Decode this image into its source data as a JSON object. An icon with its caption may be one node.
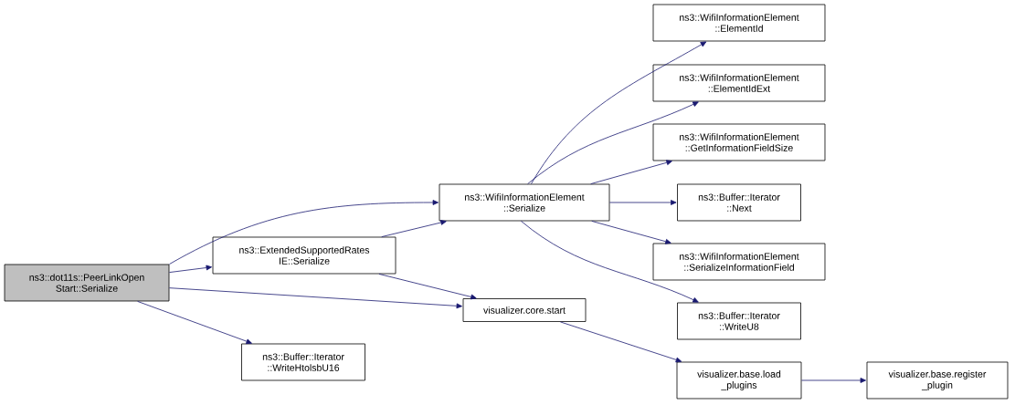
{
  "diagram": {
    "nodes": [
      {
        "text": [
          "ns3::dot11s::PeerLinkOpen Start::Serialize"
        ]
      },
      {
        "text": [
          "ns3::ExtendedSupportedRates IE::Serialize"
        ]
      },
      {
        "text": [
          "ns3::WifiInformationElement ::Serialize"
        ]
      },
      {
        "text": [
          "visualizer.core.start"
        ]
      },
      {
        "text": [
          "ns3::Buffer::Iterator ::WriteHtolsbU16"
        ]
      },
      {
        "text": [
          "ns3::WifiInformationElement ::ElementId"
        ]
      },
      {
        "text": [
          "ns3::WifiInformationElement ::ElementIdExt"
        ]
      },
      {
        "text": [
          "ns3::WifiInformationElement ::GetInformationFieldSize"
        ]
      },
      {
        "text": [
          "ns3::Buffer::Iterator ::Next"
        ]
      },
      {
        "text": [
          "ns3::WifiInformationElement ::SerializeInformationField"
        ]
      },
      {
        "text": [
          "ns3::Buffer::Iterator ::WriteU8"
        ]
      },
      {
        "text": [
          "visualizer.base.load _plugins"
        ]
      },
      {
        "text": [
          "visualizer.base.register _plugin"
        ]
      }
    ],
    "edges": [
      {
        "from": 0,
        "to": 2,
        "arrow": "to"
      },
      {
        "from": 0,
        "to": 1,
        "arrow": "to"
      },
      {
        "from": 0,
        "to": 3,
        "arrow": "to"
      },
      {
        "from": 0,
        "to": 4,
        "arrow": "to"
      },
      {
        "from": 1,
        "to": 2,
        "arrow": "to"
      },
      {
        "from": 1,
        "to": 3,
        "arrow": "to"
      },
      {
        "from": 2,
        "to": 5,
        "arrow": "to"
      },
      {
        "from": 2,
        "to": 6,
        "arrow": "to"
      },
      {
        "from": 2,
        "to": 7,
        "arrow": "to"
      },
      {
        "from": 2,
        "to": 8,
        "arrow": "to"
      },
      {
        "from": 2,
        "to": 9,
        "arrow": "to"
      },
      {
        "from": 2,
        "to": 10,
        "arrow": "to"
      },
      {
        "from": 3,
        "to": 11,
        "arrow": "to"
      },
      {
        "from": 11,
        "to": 12,
        "arrow": "to"
      }
    ]
  }
}
